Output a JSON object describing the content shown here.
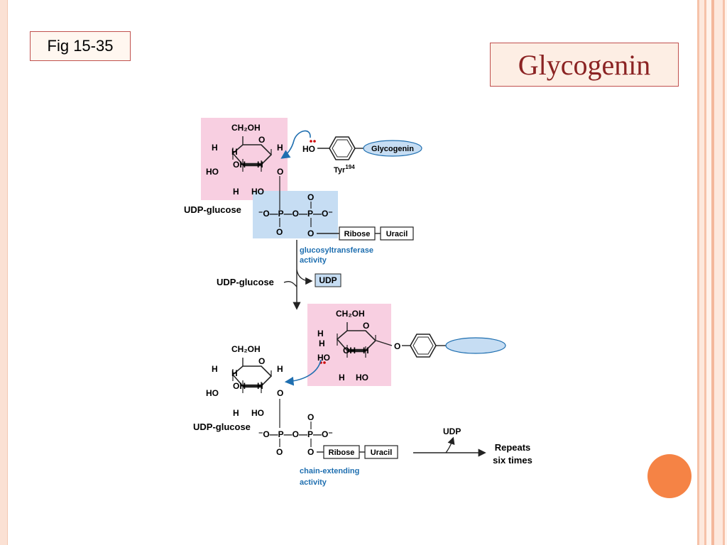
{
  "slide": {
    "fig_label": "Fig 15-35",
    "title": "Glycogenin",
    "colors": {
      "pink": "#f8cfe1",
      "blue": "#c6ddf3",
      "arrow_blue": "#1f6fb0",
      "title_red": "#8b2323",
      "orb": "#f58345"
    }
  },
  "ring": {
    "ch2oh": "CH₂OH",
    "O": "O",
    "H": "H",
    "OH": "OH",
    "HO": "HO"
  },
  "top": {
    "ho_tyr": "HO",
    "glycogenin": "Glycogenin",
    "tyr": "Tyr",
    "tyr_sup": "194",
    "udp_glucose": "UDP-glucose",
    "phosphate_left": "⁻O—P—O—P—O⁻",
    "ribose": "Ribose",
    "uracil": "Uracil",
    "enzyme_line1": "glucosyltransferase",
    "enzyme_line2": "activity",
    "udp_glucose_2": "UDP-glucose",
    "udp": "UDP"
  },
  "bottom": {
    "udp_glucose": "UDP-glucose",
    "ribose": "Ribose",
    "uracil": "Uracil",
    "enzyme_line1": "chain-extending",
    "enzyme_line2": "activity",
    "udp": "UDP",
    "repeats_line1": "Repeats",
    "repeats_line2": "six times"
  }
}
